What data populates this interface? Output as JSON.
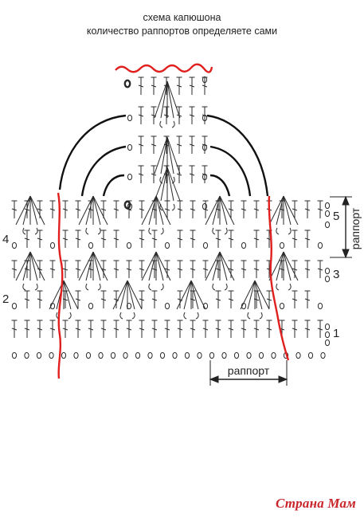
{
  "title_line1": "схема капюшона",
  "title_line2": "количество раппортов определяете сами",
  "row_labels": {
    "row1": "1",
    "row2": "2",
    "row3": "3",
    "row4": "4",
    "row5": "5"
  },
  "rapport_label": "раппорт",
  "rapport_vertical_label": "раппорт",
  "watermark": "Страна Мам",
  "colors": {
    "ink": "#2a2a2a",
    "red_marker": "#e0201e",
    "watermark": "#c9262b"
  },
  "symbols": [
    "chain-stitch",
    "double-crochet",
    "shell-fan",
    "slip-stitch"
  ]
}
